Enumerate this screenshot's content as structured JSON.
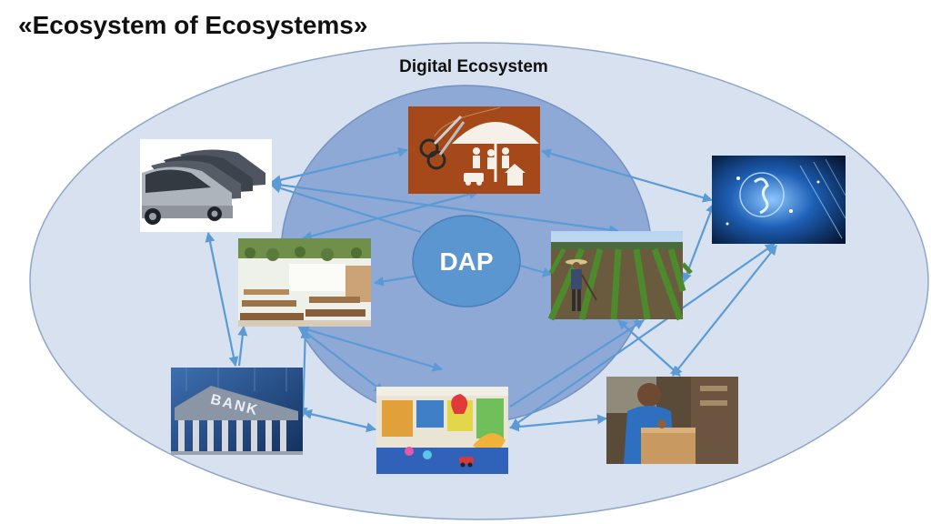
{
  "slide": {
    "title": "«Ecosystem of Ecosystems»",
    "outer_label": "Digital Ecosystem",
    "center_label": "DAP"
  },
  "nodes": [
    {
      "id": "insurance",
      "picture": "umbrella over family, car and house"
    },
    {
      "id": "cars",
      "picture": "row of parked silver cars"
    },
    {
      "id": "technology",
      "picture": "blue digital network"
    },
    {
      "id": "restaurant",
      "picture": "restaurant interior"
    },
    {
      "id": "agriculture",
      "picture": "farmer in a field"
    },
    {
      "id": "bank",
      "picture": "bank building",
      "sign_text": "BANK"
    },
    {
      "id": "kindergarten",
      "picture": "kindergarten playroom"
    },
    {
      "id": "craft",
      "picture": "craftsman at a wooden workbench"
    }
  ],
  "colors": {
    "outer_fill": "#d7e1ef",
    "outer_stroke": "#8fa6c8",
    "inner_fill": "#8fa9d6",
    "inner_stroke": "#7391c2",
    "dap_fill": "#5b96d0",
    "arrow": "#5b9bd5"
  }
}
